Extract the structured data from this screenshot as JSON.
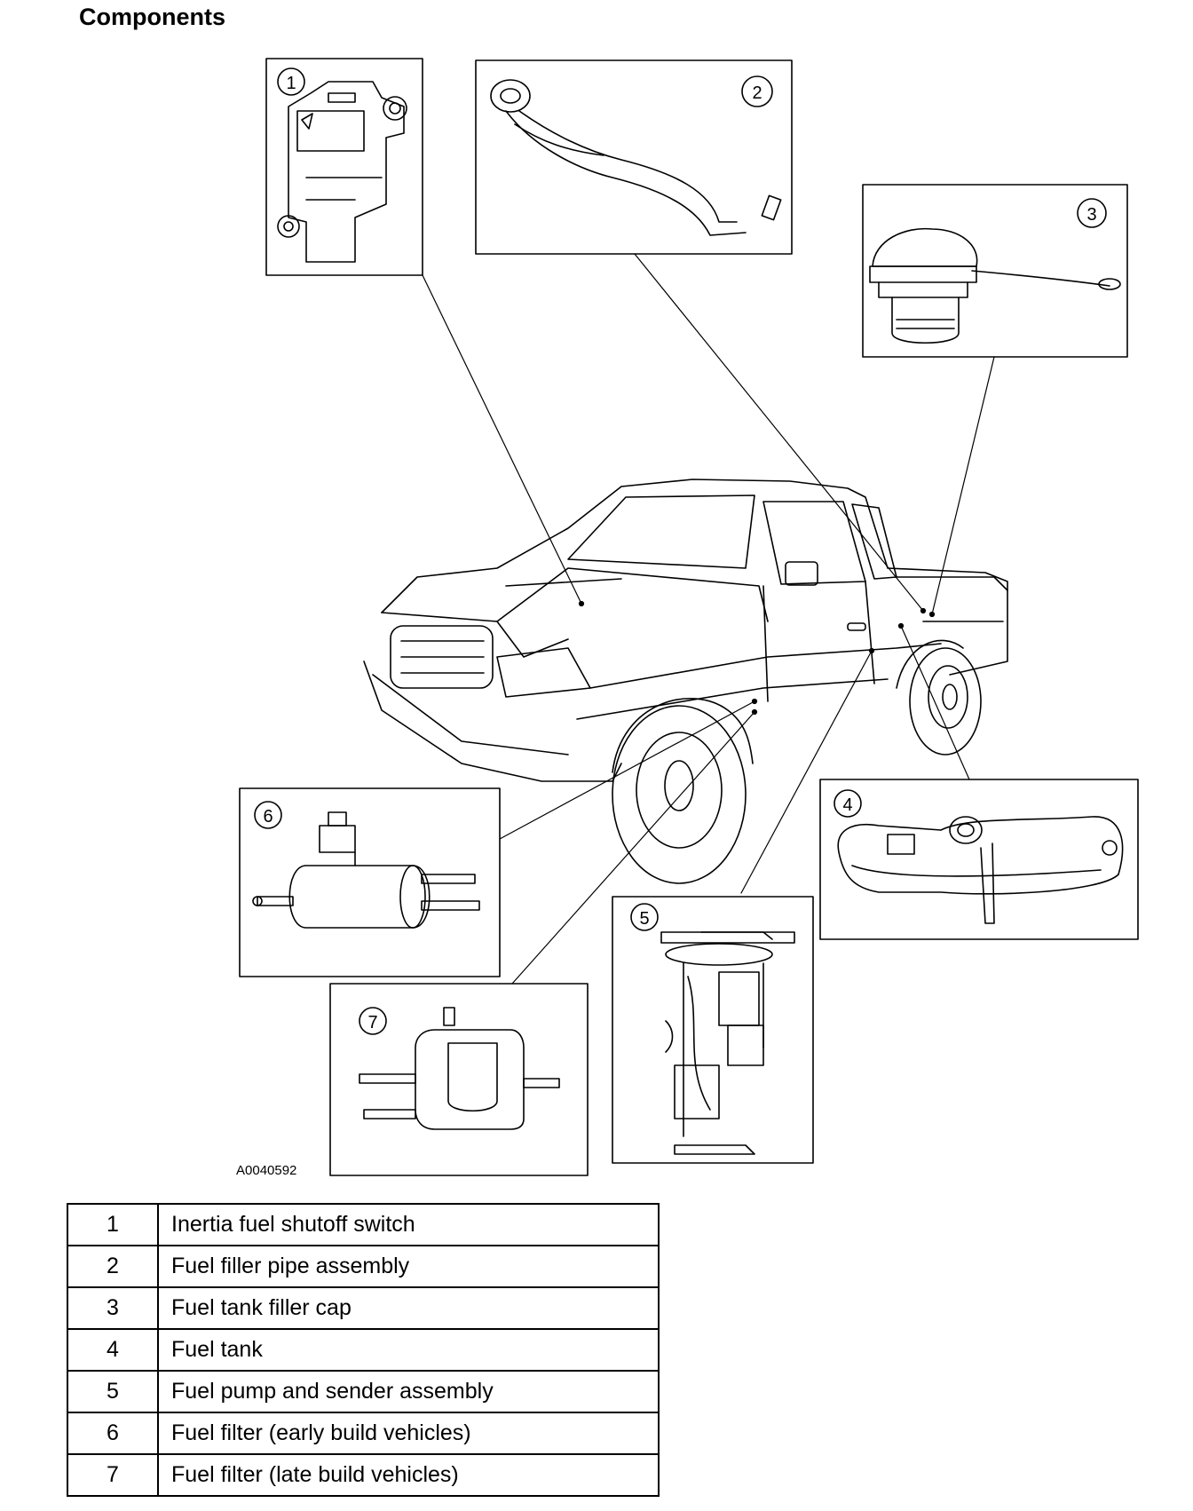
{
  "title": "Components",
  "figure_ref": "A0040592",
  "callouts": [
    "1",
    "2",
    "3",
    "4",
    "5",
    "6",
    "7"
  ],
  "components": [
    {
      "number": "1",
      "name": "Inertia fuel shutoff switch"
    },
    {
      "number": "2",
      "name": "Fuel filler pipe assembly"
    },
    {
      "number": "3",
      "name": "Fuel tank filler cap"
    },
    {
      "number": "4",
      "name": "Fuel tank"
    },
    {
      "number": "5",
      "name": "Fuel pump and sender assembly"
    },
    {
      "number": "6",
      "name": "Fuel filter (early build vehicles)"
    },
    {
      "number": "7",
      "name": "Fuel filter (late build vehicles)"
    }
  ]
}
